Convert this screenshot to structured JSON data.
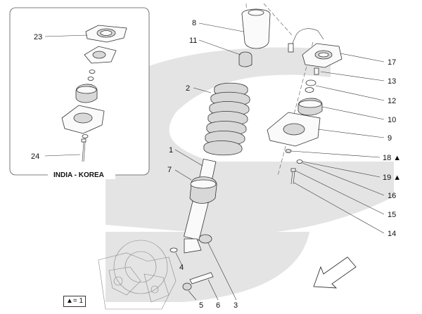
{
  "inset": {
    "region_label": "INDIA - KOREA",
    "callouts": [
      "23",
      "24"
    ]
  },
  "callouts": [
    "1",
    "2",
    "3",
    "4",
    "5",
    "6",
    "7",
    "8",
    "9",
    "10",
    "11",
    "12",
    "13",
    "14",
    "15",
    "16",
    "17",
    "18 ▲",
    "19 ▲"
  ],
  "legend": {
    "text": "▲= 1"
  },
  "colors": {
    "watermark": "#e2e2e2",
    "line": "#333333"
  }
}
